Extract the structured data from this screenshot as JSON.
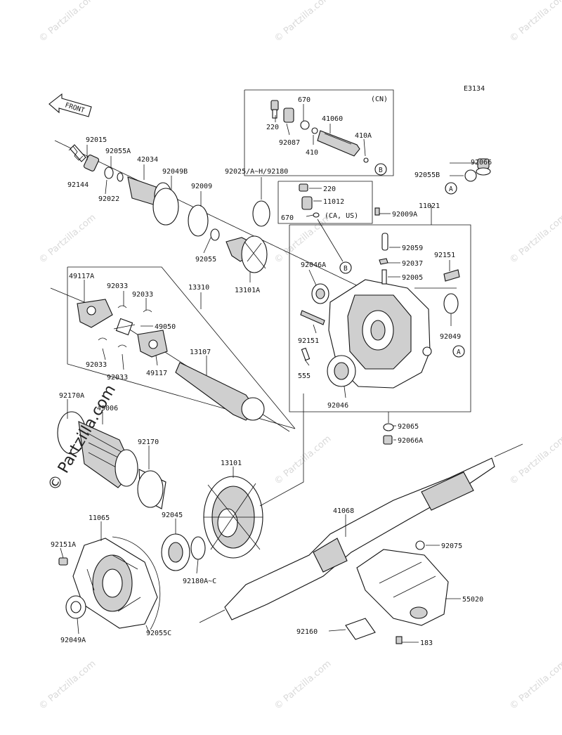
{
  "diagram_code": "E3134",
  "front_label": "FRONT",
  "variant_cn": "(CN)",
  "variant_ca_us": "(CA, US)",
  "callout_a": "A",
  "callout_b": "B",
  "watermark": "© Partzilla.com",
  "watermark_small": "© Partzilla.com",
  "parts": {
    "p92015": "92015",
    "p92055A": "92055A",
    "p42034": "42034",
    "p92049B": "92049B",
    "p92009": "92009",
    "p92144": "92144",
    "p92022": "92022",
    "p92055": "92055",
    "p92025": "92025/A~H/92180",
    "p13101A": "13101A",
    "p670a": "670",
    "p220a": "220",
    "p92087": "92087",
    "p41060": "41060",
    "p410": "410",
    "p410A": "410A",
    "p220b": "220",
    "p11012": "11012",
    "p670b": "670",
    "p92066": "92066",
    "p92055B": "92055B",
    "p11021": "11021",
    "p92009A": "92009A",
    "p92059": "92059",
    "p92151a": "92151",
    "p92037": "92037",
    "p92005": "92005",
    "p92046A": "92046A",
    "p92151b": "92151",
    "p92049": "92049",
    "p555": "555",
    "p92046": "92046",
    "p92065": "92065",
    "p92066A": "92066A",
    "p49117A": "49117A",
    "p92033a": "92033",
    "p92033b": "92033",
    "p13310": "13310",
    "p49050": "49050",
    "p13107": "13107",
    "p92033c": "92033",
    "p92033d": "92033",
    "p49117": "49117",
    "p92170A": "92170A",
    "p49006": "49006",
    "p92170": "92170",
    "p13101": "13101",
    "p41068": "41068",
    "p11065": "11065",
    "p92045": "92045",
    "p92151A": "92151A",
    "p92180A": "92180A~C",
    "p92075": "92075",
    "p55020": "55020",
    "p92049A": "92049A",
    "p92055C": "92055C",
    "p92160": "92160",
    "p183": "183"
  }
}
